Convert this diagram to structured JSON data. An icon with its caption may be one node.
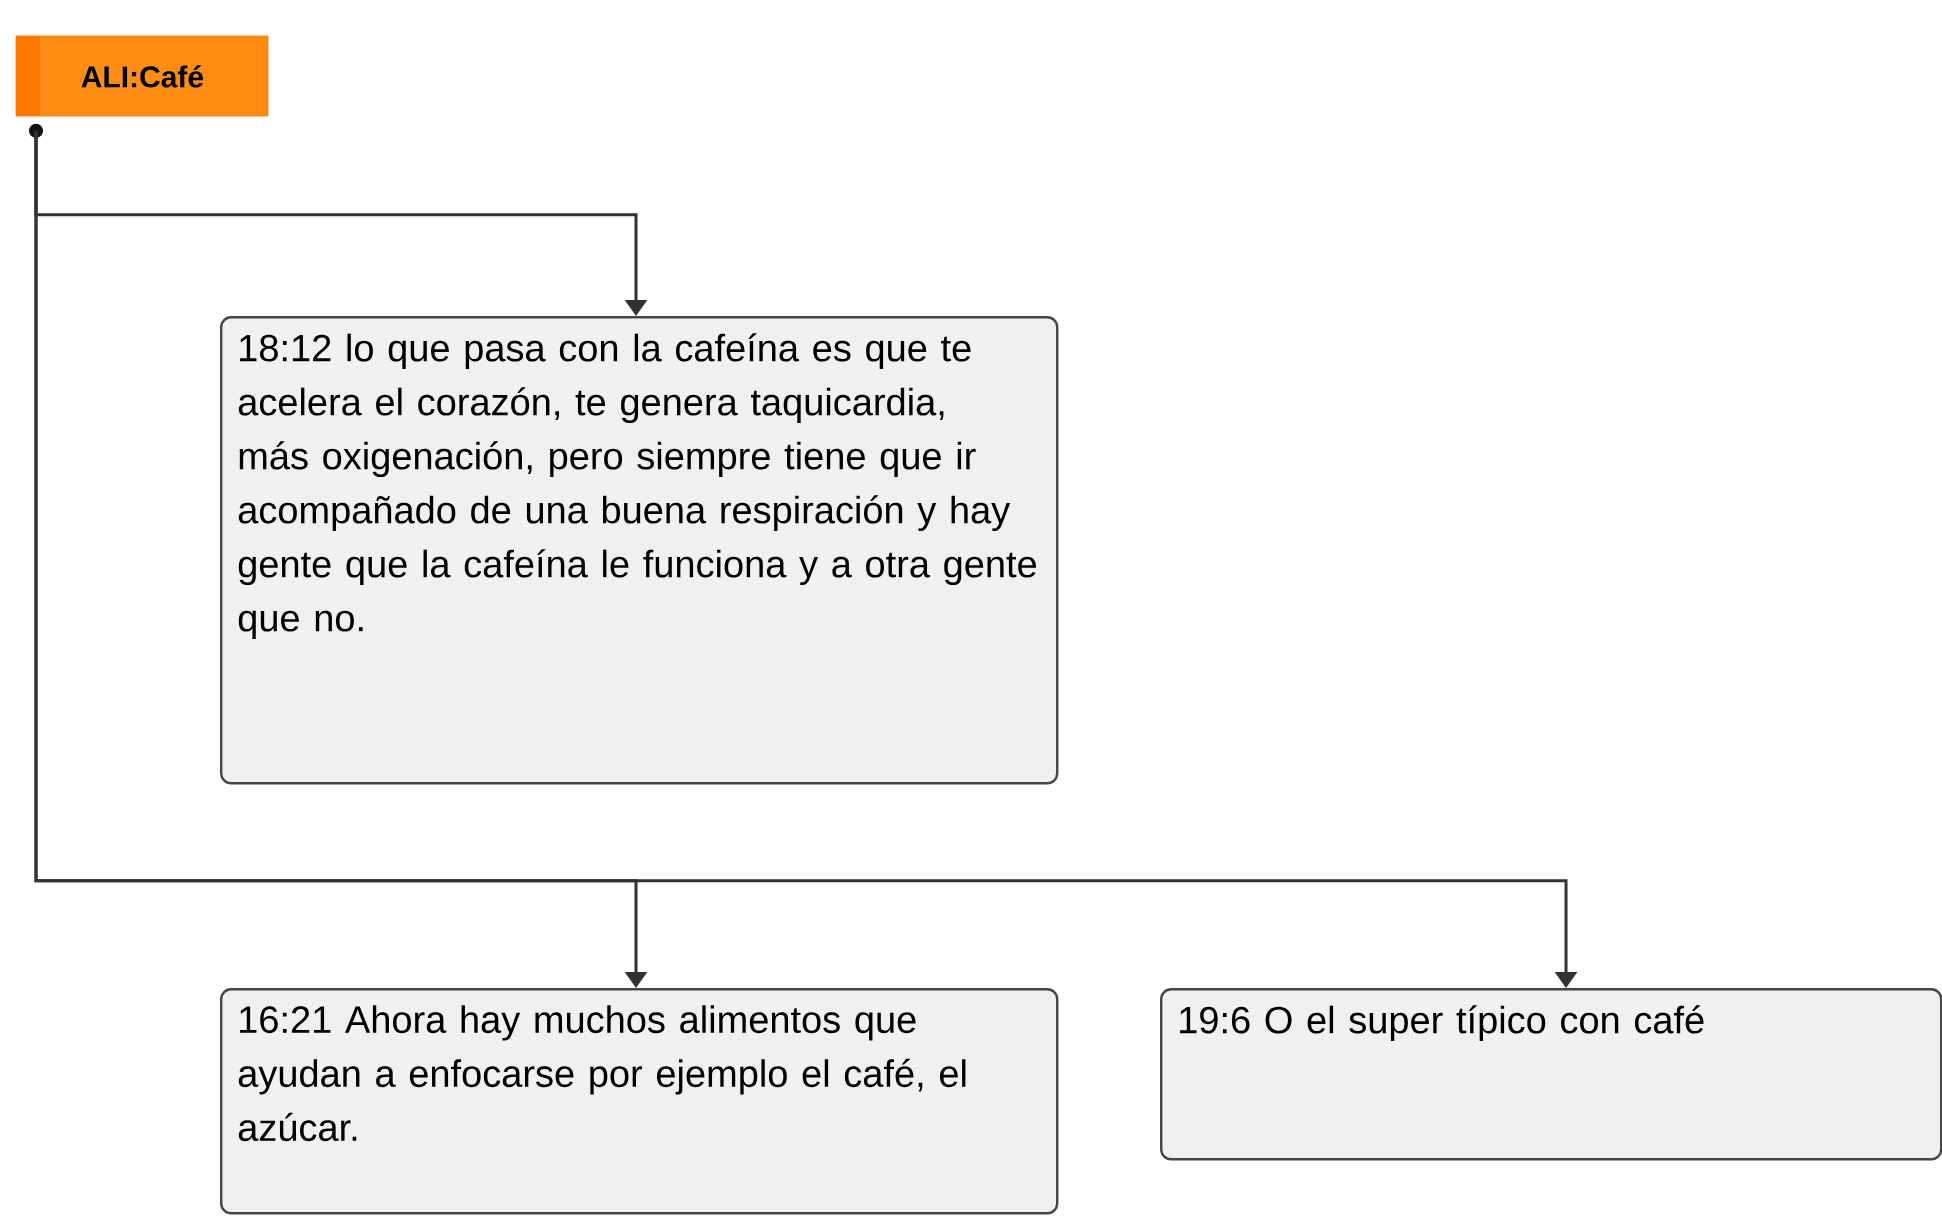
{
  "diagram": {
    "nodes": [
      {
        "text": [
          "ALI:Café"
        ]
      },
      {
        "text": [
          "18:12 lo que pasa con la cafeína es que te acelera el corazón, te genera taquicardia, más oxigenación, pero siempre tiene que ir acompañado de una buena respiración y hay gente que la cafeína le funciona y a otra gente que no."
        ]
      },
      {
        "text": [
          "16:21 Ahora hay muchos alimentos que ayudan a enfocarse por ejemplo el café, el azúcar."
        ]
      },
      {
        "text": [
          "19:6 O el super típico con café"
        ]
      }
    ],
    "edges": [
      {
        "from": 0,
        "to": 1,
        "arrow": "to"
      },
      {
        "from": 0,
        "to": 2,
        "arrow": "to"
      },
      {
        "from": 0,
        "to": 3,
        "arrow": "to"
      }
    ]
  }
}
